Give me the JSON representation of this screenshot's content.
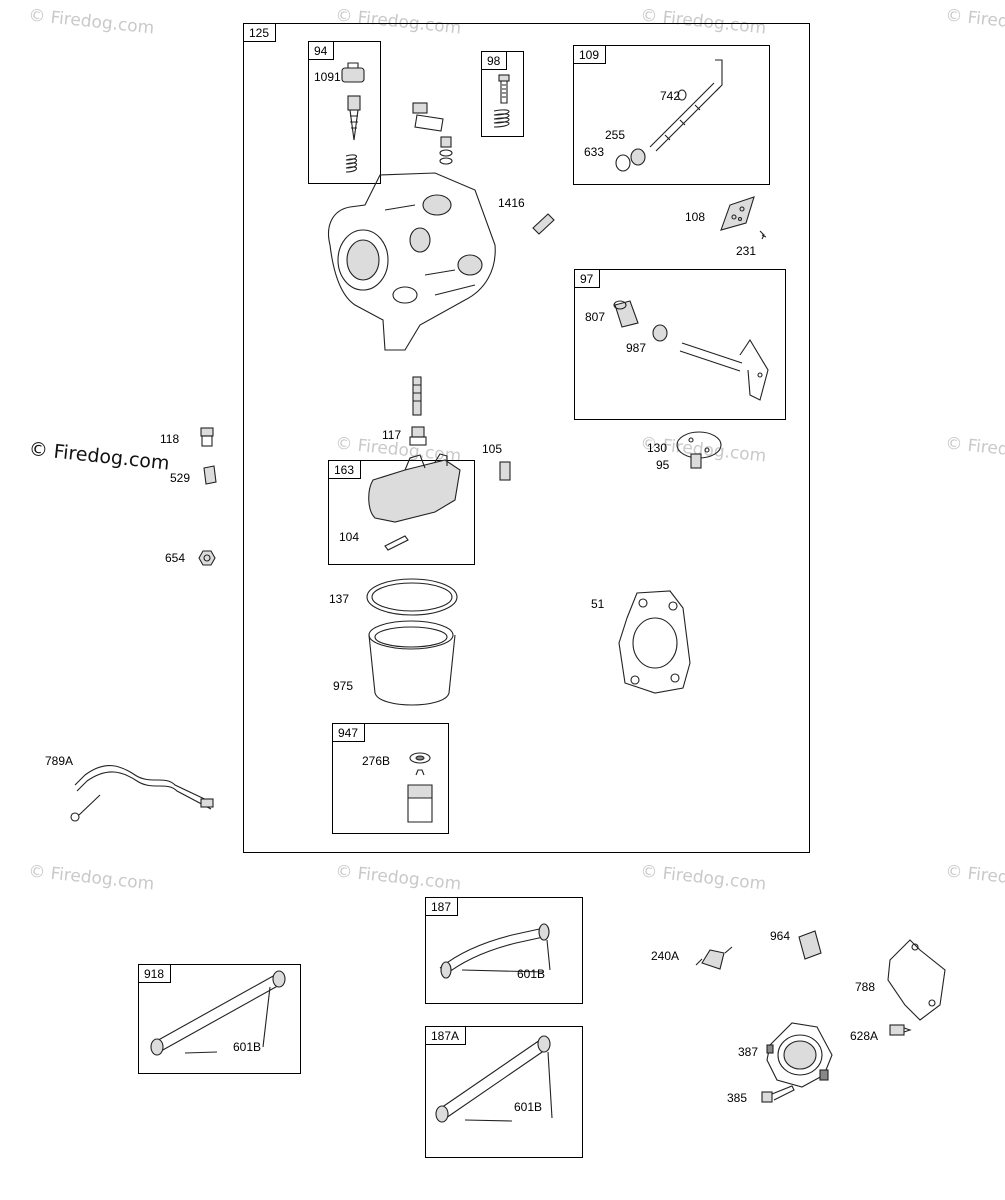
{
  "watermark": {
    "text": "© Firedog.com"
  },
  "groups": {
    "g125": "125",
    "g94": "94",
    "g98": "98",
    "g109": "109",
    "g97": "97",
    "g163": "163",
    "g947": "947",
    "g187": "187",
    "g187A": "187A",
    "g918": "918"
  },
  "parts": {
    "p1091": "1091",
    "p742": "742",
    "p255": "255",
    "p633": "633",
    "p1416": "1416",
    "p108": "108",
    "p231": "231",
    "p807": "807",
    "p987": "987",
    "p118": "118",
    "p117": "117",
    "p105": "105",
    "p130": "130",
    "p529": "529",
    "p95": "95",
    "p104": "104",
    "p654": "654",
    "p137": "137",
    "p51": "51",
    "p975": "975",
    "p276B": "276B",
    "p789A": "789A",
    "p601B_187": "601B",
    "p601B_918": "601B",
    "p601B_187A": "601B",
    "p240A": "240A",
    "p964": "964",
    "p788": "788",
    "p387": "387",
    "p628A": "628A",
    "p385": "385"
  }
}
